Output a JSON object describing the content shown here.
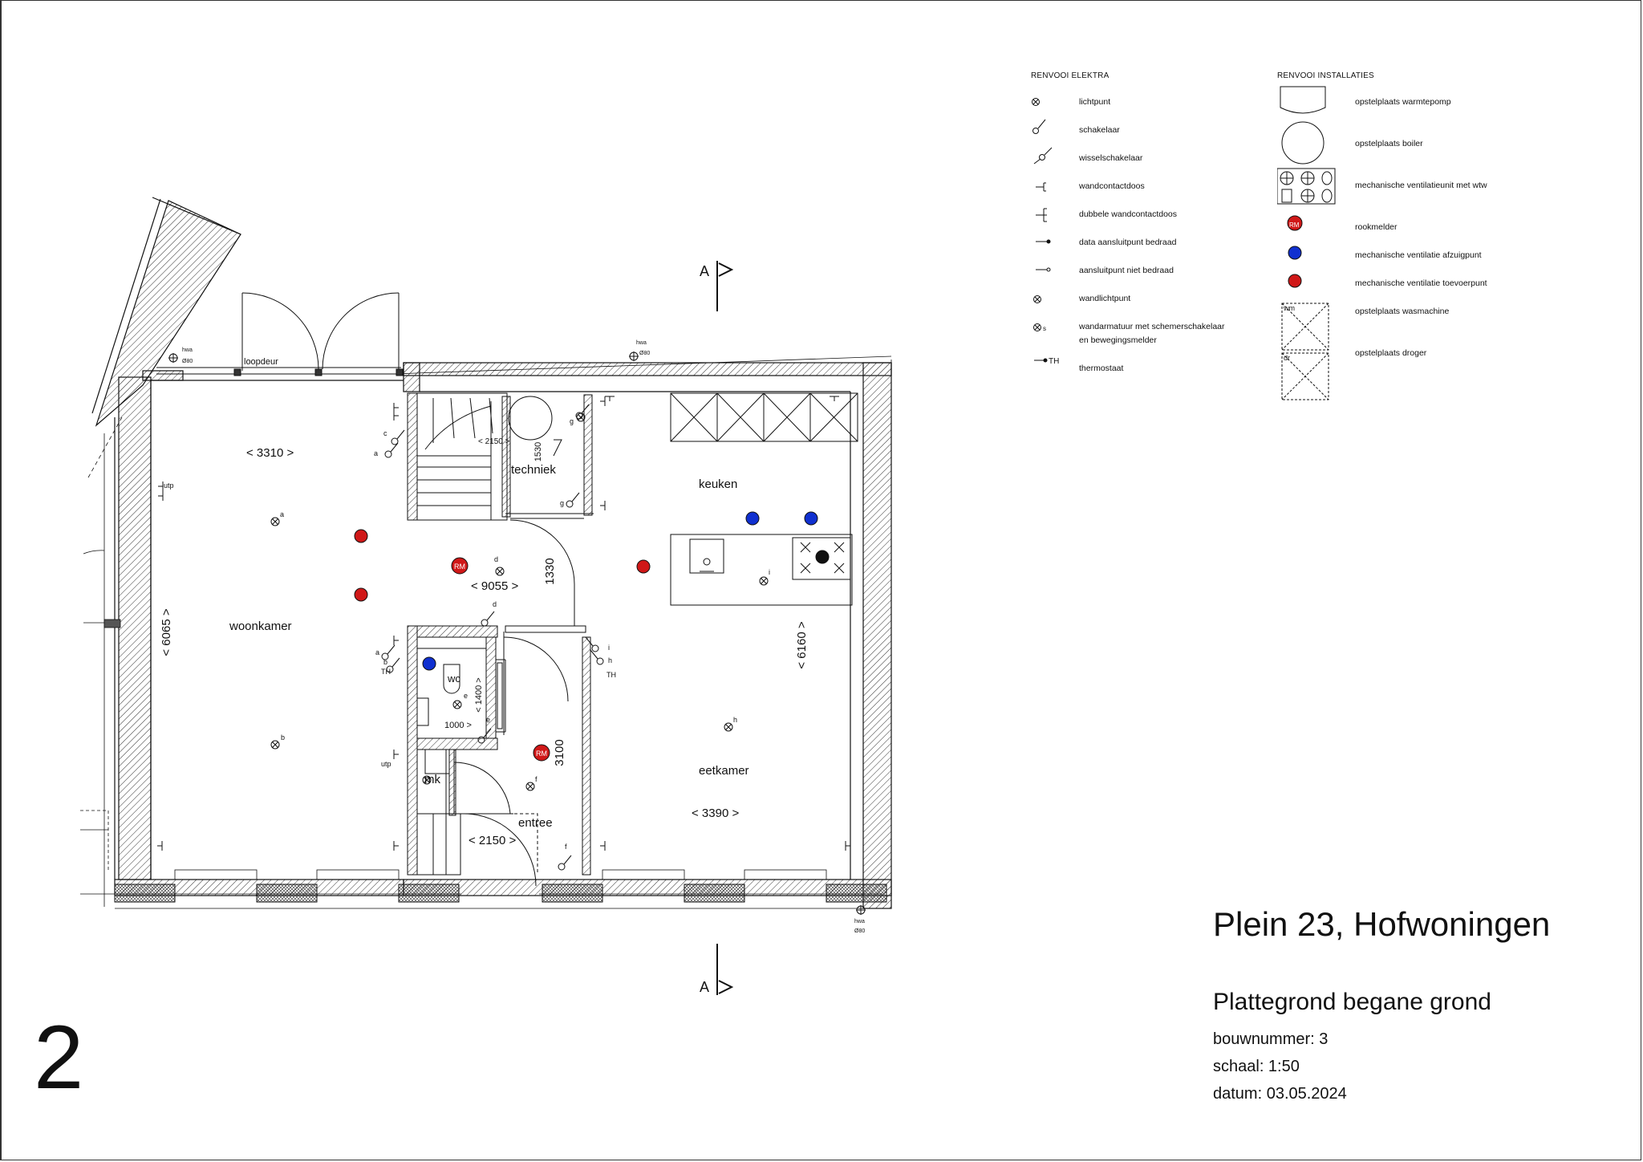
{
  "legend_elektra": {
    "title": "RENVOOI ELEKTRA",
    "items": [
      {
        "icon": "lichtpunt-icon",
        "label": "lichtpunt"
      },
      {
        "icon": "schakelaar-icon",
        "label": "schakelaar"
      },
      {
        "icon": "wisselschakelaar-icon",
        "label": "wisselschakelaar"
      },
      {
        "icon": "wandcontactdoos-icon",
        "label": "wandcontactdoos"
      },
      {
        "icon": "dubbele-wandcontactdoos-icon",
        "label": "dubbele wandcontactdoos"
      },
      {
        "icon": "data-bedraad-icon",
        "label": "data aansluitpunt bedraad"
      },
      {
        "icon": "aansluitpunt-niet-bedraad-icon",
        "label": "aansluitpunt niet bedraad"
      },
      {
        "icon": "wandlichtpunt-icon",
        "label": "wandlichtpunt"
      },
      {
        "icon": "wandarmatuur-icon",
        "label": "wandarmatuur met schemerschakelaar",
        "label2": "en bewegingsmelder"
      },
      {
        "icon": "thermostaat-icon",
        "label": "thermostaat",
        "symbol": "TH"
      }
    ]
  },
  "legend_installaties": {
    "title": "RENVOOI INSTALLATIES",
    "items": [
      {
        "icon": "warmtepomp-icon",
        "label": "opstelplaats warmtepomp"
      },
      {
        "icon": "boiler-icon",
        "label": "opstelplaats boiler"
      },
      {
        "icon": "wtw-unit-icon",
        "label": "mechanische ventilatieunit met wtw"
      },
      {
        "icon": "rookmelder-icon",
        "label": "rookmelder",
        "symbol": "RM"
      },
      {
        "icon": "afzuigpunt-icon",
        "label": "mechanische ventilatie afzuigpunt"
      },
      {
        "icon": "toevoerpunt-icon",
        "label": "mechanische ventilatie toevoerpunt"
      },
      {
        "icon": "wasmachine-icon",
        "label": "opstelplaats wasmachine",
        "symbol": "wm"
      },
      {
        "icon": "droger-icon",
        "label": "opstelplaats droger",
        "symbol": "dr"
      }
    ]
  },
  "colors": {
    "ventilatie_afzuig": "#1030d0",
    "ventilatie_toevoer": "#d01818",
    "rookmelder": "#d01818",
    "line": "#111111"
  },
  "plan": {
    "rooms": {
      "woonkamer": "woonkamer",
      "keuken": "keuken",
      "techniek": "techniek",
      "eetkamer": "eetkamer",
      "entree": "entree",
      "wc": "wc",
      "mk": "mk"
    },
    "labels": {
      "loopdeur": "loopdeur",
      "hwa": "hwa",
      "hwa_dia": "Ø80",
      "utp": "utp",
      "th": "TH",
      "rm": "RM",
      "section": "A"
    },
    "dimensions": {
      "d3310": "< 3310 >",
      "d9055": "< 9055 >",
      "d6065": "< 6065 >",
      "d6160": "< 6160 >",
      "d3390": "< 3390 >",
      "d2150_stair": "< 2150 >",
      "d2150_entree": "< 2150 >",
      "d1530": "1530",
      "d1330": "1330",
      "d1400": "< 1400 >",
      "d1000": "1000 >",
      "d3100": "3100"
    },
    "switch_letters": {
      "a": "a",
      "b": "b",
      "c": "c",
      "d": "d",
      "e": "e",
      "f": "f",
      "g": "g",
      "h": "h",
      "i": "i"
    }
  },
  "title_block": {
    "sheet_number": "2",
    "project": "Plein 23, Hofwoningen",
    "drawing": "Plattegrond begane grond",
    "bouwnummer": "bouwnummer: 3",
    "schaal": "schaal: 1:50",
    "datum": "datum: 03.05.2024"
  }
}
